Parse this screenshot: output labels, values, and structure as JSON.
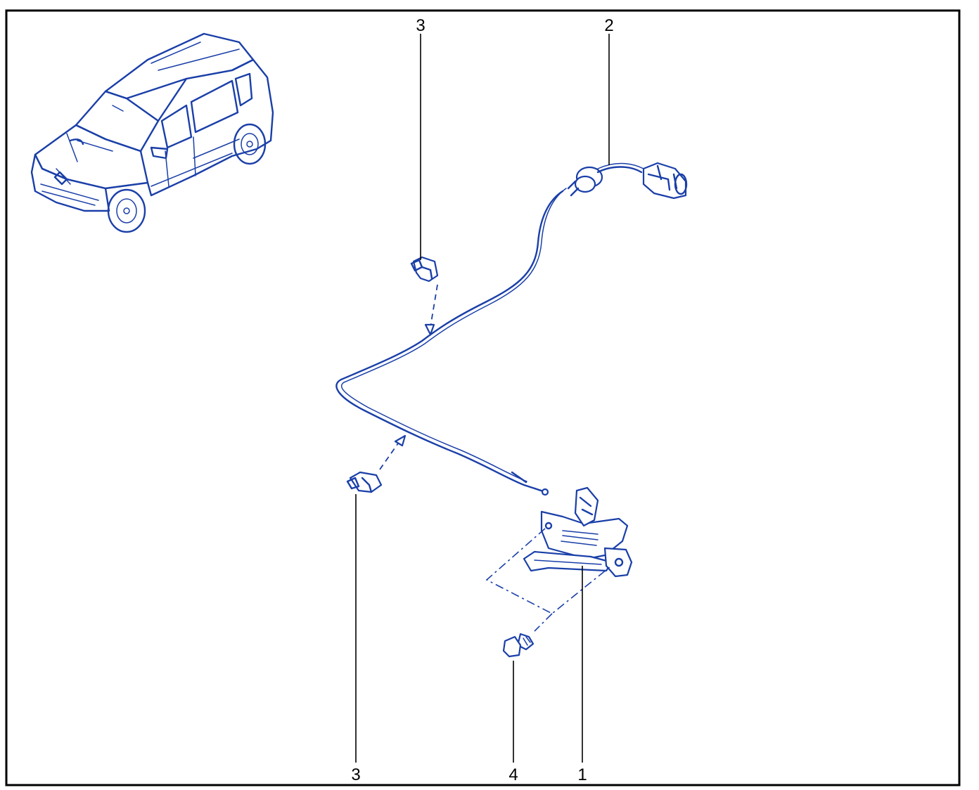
{
  "colors": {
    "ink": "#1a3fa8",
    "frame": "#000000",
    "background": "#ffffff"
  },
  "callouts": {
    "top_left": "3",
    "top_right": "2",
    "bottom_left": "3",
    "bottom_middle": "4",
    "bottom_right": "1"
  }
}
